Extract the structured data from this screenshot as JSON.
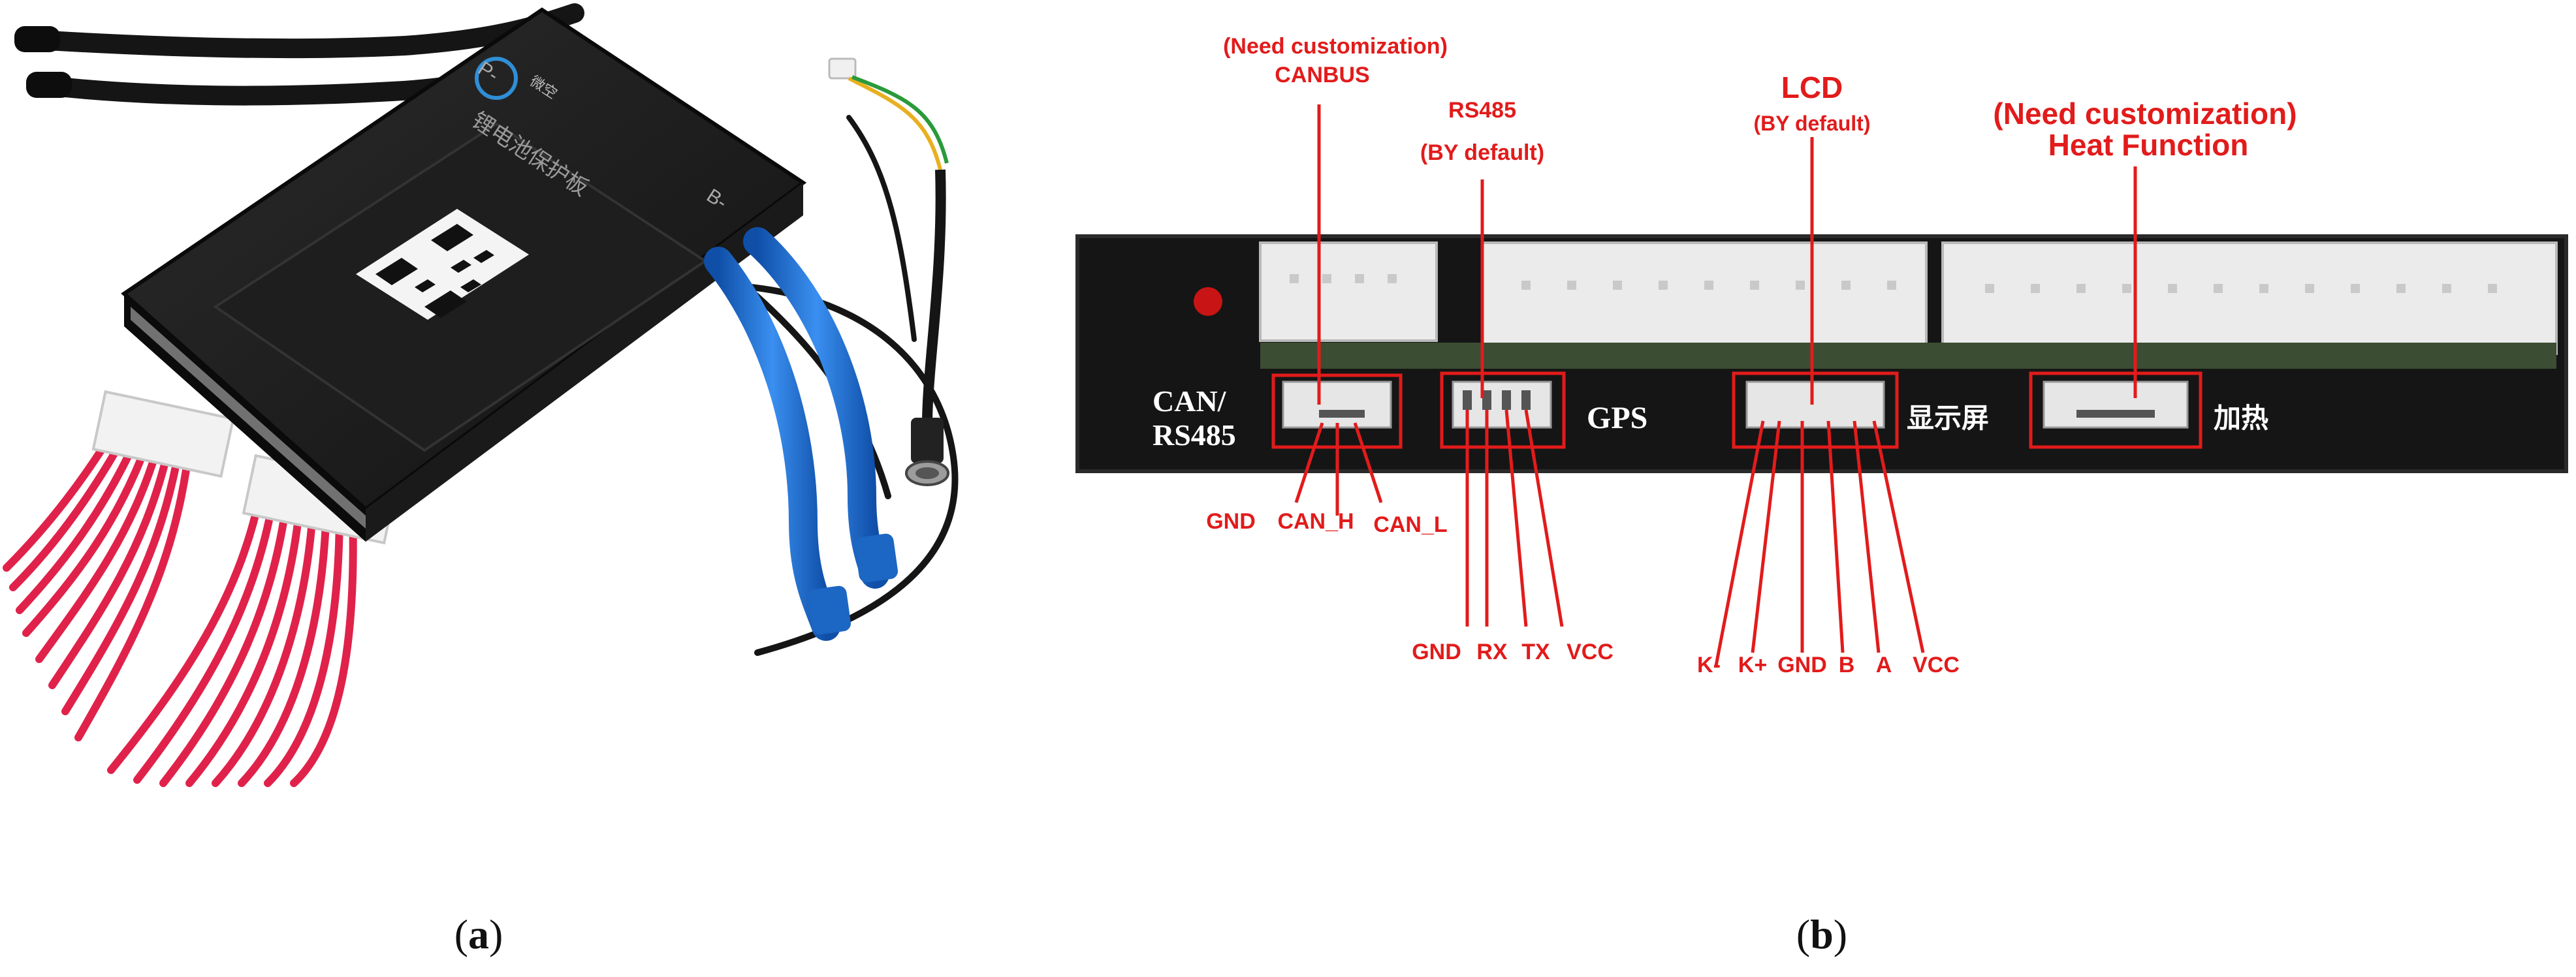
{
  "figure": {
    "panel_a": {
      "caption_letter": "a",
      "board_marks": [
        "P-",
        "B-"
      ],
      "board_label_cn": "锂电池保护板",
      "logo_text": "微空"
    },
    "panel_b": {
      "caption_letter": "b",
      "annotations": {
        "canbus_line1": "(Need customization)",
        "canbus_line2": "CANBUS",
        "rs485_line1": "RS485",
        "rs485_line2": "(BY default)",
        "lcd_line1": "LCD",
        "lcd_line2": "(BY default)",
        "heat_line1": "(Need customization)",
        "heat_line2": "Heat Function"
      },
      "board_labels": {
        "can_rs485_line1": "CAN/",
        "can_rs485_line2": "RS485",
        "gps": "GPS",
        "display_cn": "显示屏",
        "heat_cn": "加热"
      },
      "pins_can": [
        "GND",
        "CAN_H",
        "CAN_L"
      ],
      "pins_gps": [
        "GND",
        "RX",
        "TX",
        "VCC"
      ],
      "pins_lcd": [
        "K-",
        "K+",
        "GND",
        "B",
        "A",
        "VCC"
      ]
    },
    "colors": {
      "annotation_red": "#e21b1b",
      "board_black": "#141414",
      "connector_white": "#ebebeb",
      "cable_blue": "#1f74d6",
      "wire_red": "#e0224b"
    }
  }
}
